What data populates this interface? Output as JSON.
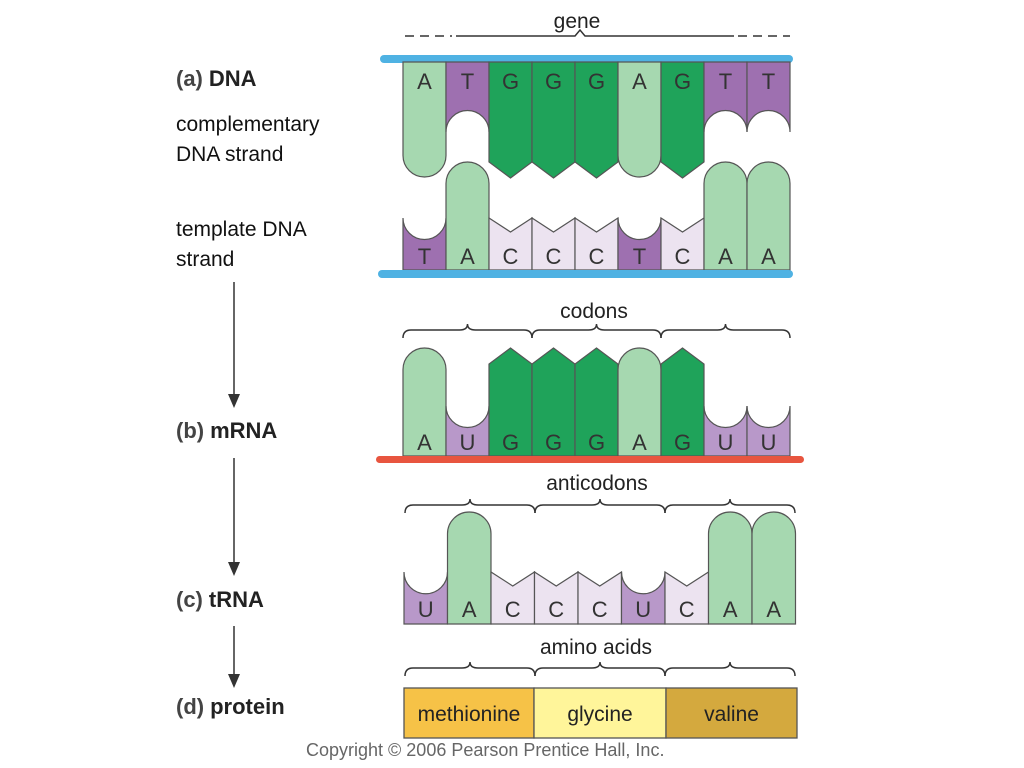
{
  "labels": {
    "dna_title": "DNA",
    "complementary_line1": "complementary",
    "complementary_line2": "DNA strand",
    "template_line1": "template DNA",
    "template_line2": "strand",
    "mrna_title": "mRNA",
    "trna_title": "tRNA",
    "protein_title": "protein",
    "part_a": "(a)",
    "part_b": "(b)",
    "part_c": "(c)",
    "part_d": "(d)",
    "gene": "gene",
    "codons": "codons",
    "anticodons": "anticodons",
    "amino_acids": "amino acids",
    "copyright": "Copyright © 2006 Pearson Prentice Hall, Inc."
  },
  "sequences": {
    "complementary_dna": [
      "A",
      "T",
      "G",
      "G",
      "G",
      "A",
      "G",
      "T",
      "T"
    ],
    "template_dna": [
      "T",
      "A",
      "C",
      "C",
      "C",
      "T",
      "C",
      "A",
      "A"
    ],
    "mrna": [
      "A",
      "U",
      "G",
      "G",
      "G",
      "A",
      "G",
      "U",
      "U"
    ],
    "trna": [
      "U",
      "A",
      "C",
      "C",
      "C",
      "U",
      "C",
      "A",
      "A"
    ]
  },
  "amino_acids": [
    "methionine",
    "glycine",
    "valine"
  ],
  "colors": {
    "A": "#a6d8b0",
    "G": "#1fa35a",
    "T": "#9e70b0",
    "U": "#b898c9",
    "C": "#ece3f0",
    "dna_backbone": "#4fb2e3",
    "rna_backbone": "#e8553f",
    "methionine": "#f6c247",
    "glycine": "#fff59a",
    "valine": "#d4a93e"
  }
}
